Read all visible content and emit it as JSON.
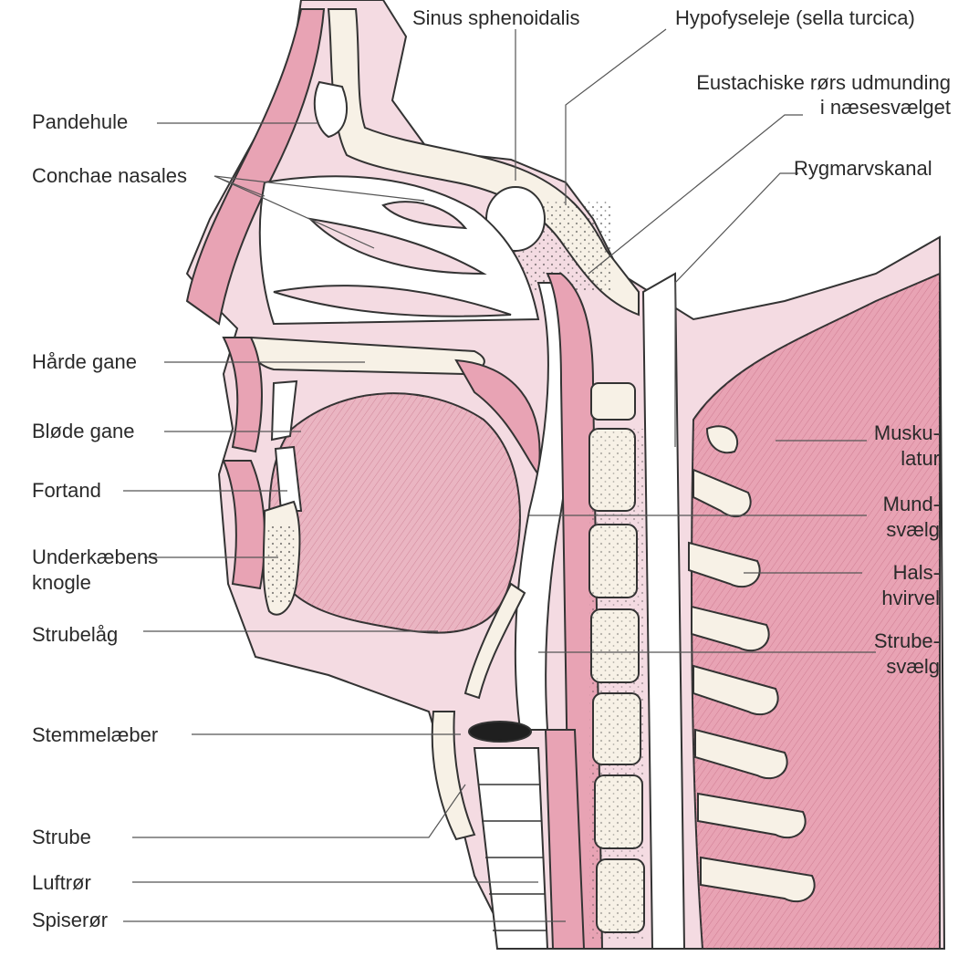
{
  "colors": {
    "tissue": "#e8a3b4",
    "tissue_dark": "#d9738d",
    "bone": "#f7f1e6",
    "ink": "#333333",
    "background": "#ffffff"
  },
  "labels": {
    "sinus_sphenoidalis": "Sinus sphenoidalis",
    "hypofyseleje": "Hypofyseleje (sella turcica)",
    "eustachiske_1": "Eustachiske rørs udmunding",
    "eustachiske_2": "i næsesvælget",
    "rygmarvskanal": "Rygmarvskanal",
    "pandehule": "Pandehule",
    "conchae_nasales": "Conchae nasales",
    "haarde_gane": "Hårde gane",
    "bloede_gane": "Bløde gane",
    "fortand": "Fortand",
    "underkaebens_1": "Underkæbens",
    "underkaebens_2": "knogle",
    "strubelaag": "Strubelåg",
    "stemmelaeber": "Stemmelæber",
    "strube": "Strube",
    "luftroer": "Luftrør",
    "spiseroer": "Spiserør",
    "muskulatur_1": "Musku-",
    "muskulatur_2": "latur",
    "mundsvaelg_1": "Mund-",
    "mundsvaelg_2": "svælg",
    "halshvirvel_1": "Hals-",
    "halshvirvel_2": "hvirvel",
    "strubesvaelg_1": "Strube-",
    "strubesvaelg_2": "svælg"
  }
}
